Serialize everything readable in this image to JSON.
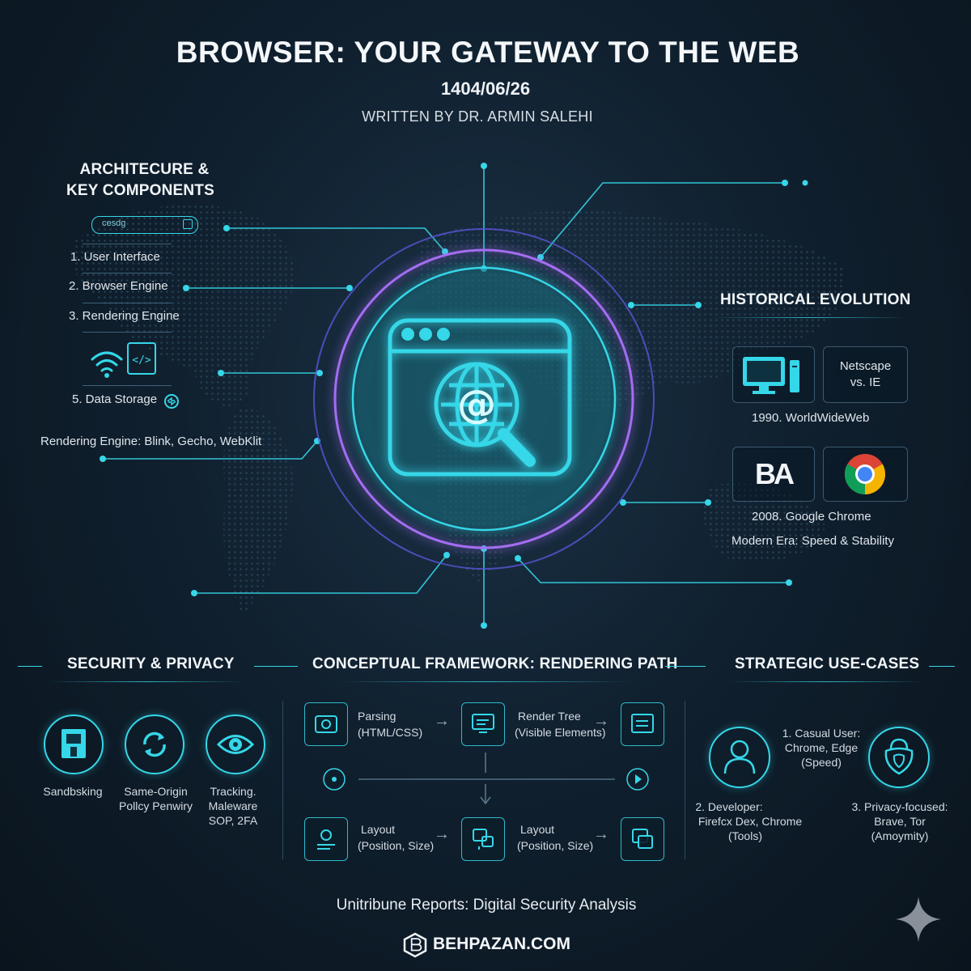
{
  "header": {
    "title": "BROWSER: YOUR GATEWAY TO THE WEB",
    "date": "1404/06/26",
    "author": "WRITTEN BY DR. ARMIN SALEHI"
  },
  "architecture": {
    "heading_line1": "ARCHITECURE &",
    "heading_line2": "KEY COMPONENTS",
    "search_text": "cesdg",
    "items": [
      "1.  User Interface",
      "2.  Browser Engine",
      "3. Rendering Engine",
      "5. Data Storage"
    ],
    "engines": "Rendering Engine: Blink, Gecho, WebKlit"
  },
  "history": {
    "heading": "HISTORICAL EVOLUTION",
    "netscape": "Netscape",
    "vs_ie": "vs. IE",
    "year1990": "1990. WorldWideWeb",
    "ba_logo": "BA",
    "year2008": "2008. Google Chrome",
    "modern": "Modern Era: Speed & Stability"
  },
  "security": {
    "heading": "SECURITY & PRIVACY",
    "items": [
      {
        "line1": "Sandbsking",
        "line2": "",
        "line3": ""
      },
      {
        "line1": "Same-Origin",
        "line2": "Pollcy Penwiry",
        "line3": ""
      },
      {
        "line1": "Tracking.",
        "line2": "Maleware",
        "line3": "SOP, 2FA"
      }
    ]
  },
  "framework": {
    "heading": "CONCEPTUAL FRAMEWORK: RENDERING PATH",
    "steps": [
      {
        "title": "Parsing",
        "sub": "(HTML/CSS)"
      },
      {
        "title": "Render Tree",
        "sub": "(Visible Elements)"
      },
      {
        "title": "Layout",
        "sub": "(Position, Size)"
      },
      {
        "title": "Layout",
        "sub": "(Position, Size)"
      }
    ]
  },
  "usecases": {
    "heading": "STRATEGIC USE-CASES",
    "casual": {
      "l1": "1. Casual User:",
      "l2": "Chrome, Edge",
      "l3": "(Speed)"
    },
    "developer": {
      "l1": "2. Developer:",
      "l2": "Firefcx Dex, Chrome",
      "l3": "(Tools)"
    },
    "privacy": {
      "l1": "3. Privacy-focused:",
      "l2": "Brave, Tor",
      "l3": "(Amoymity)"
    }
  },
  "footer": {
    "report": "Unitribune Reports: Digital Security Analysis",
    "site": "BEHPAZAN.COM"
  },
  "colors": {
    "accent": "#35d7e8",
    "purple": "#9a6cf0",
    "bg": "#10202f"
  }
}
